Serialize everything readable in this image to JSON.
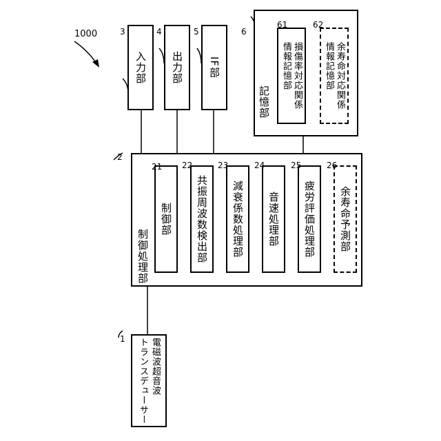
{
  "diagram": {
    "number": "1000",
    "blocks": {
      "transducer": {
        "ref": "1",
        "label_lines": [
          "電磁波超音波",
          "トランスデューサー"
        ]
      },
      "control": {
        "ref": "2",
        "label": "制御処理部"
      },
      "input": {
        "ref": "3",
        "label": "入力部"
      },
      "output": {
        "ref": "4",
        "label": "出力部"
      },
      "interface": {
        "ref": "5",
        "label": "IF部"
      },
      "storage": {
        "ref": "6",
        "label": "記憶部"
      },
      "control_sub": [
        {
          "ref": "21",
          "label": "制御部"
        },
        {
          "ref": "22",
          "label": "共振周波数検出部"
        },
        {
          "ref": "23",
          "label": "減衰係数処理部"
        },
        {
          "ref": "24",
          "label": "音速処理部"
        },
        {
          "ref": "25",
          "label": "疲労評価処理部"
        },
        {
          "ref": "26",
          "label": "余寿命予測部"
        }
      ],
      "storage_sub": [
        {
          "ref": "61",
          "label_lines": [
            "損傷率対応関係",
            "情報記憶部"
          ]
        },
        {
          "ref": "62",
          "label_lines": [
            "余寿命対応関係",
            "情報記憶部"
          ]
        }
      ]
    }
  }
}
